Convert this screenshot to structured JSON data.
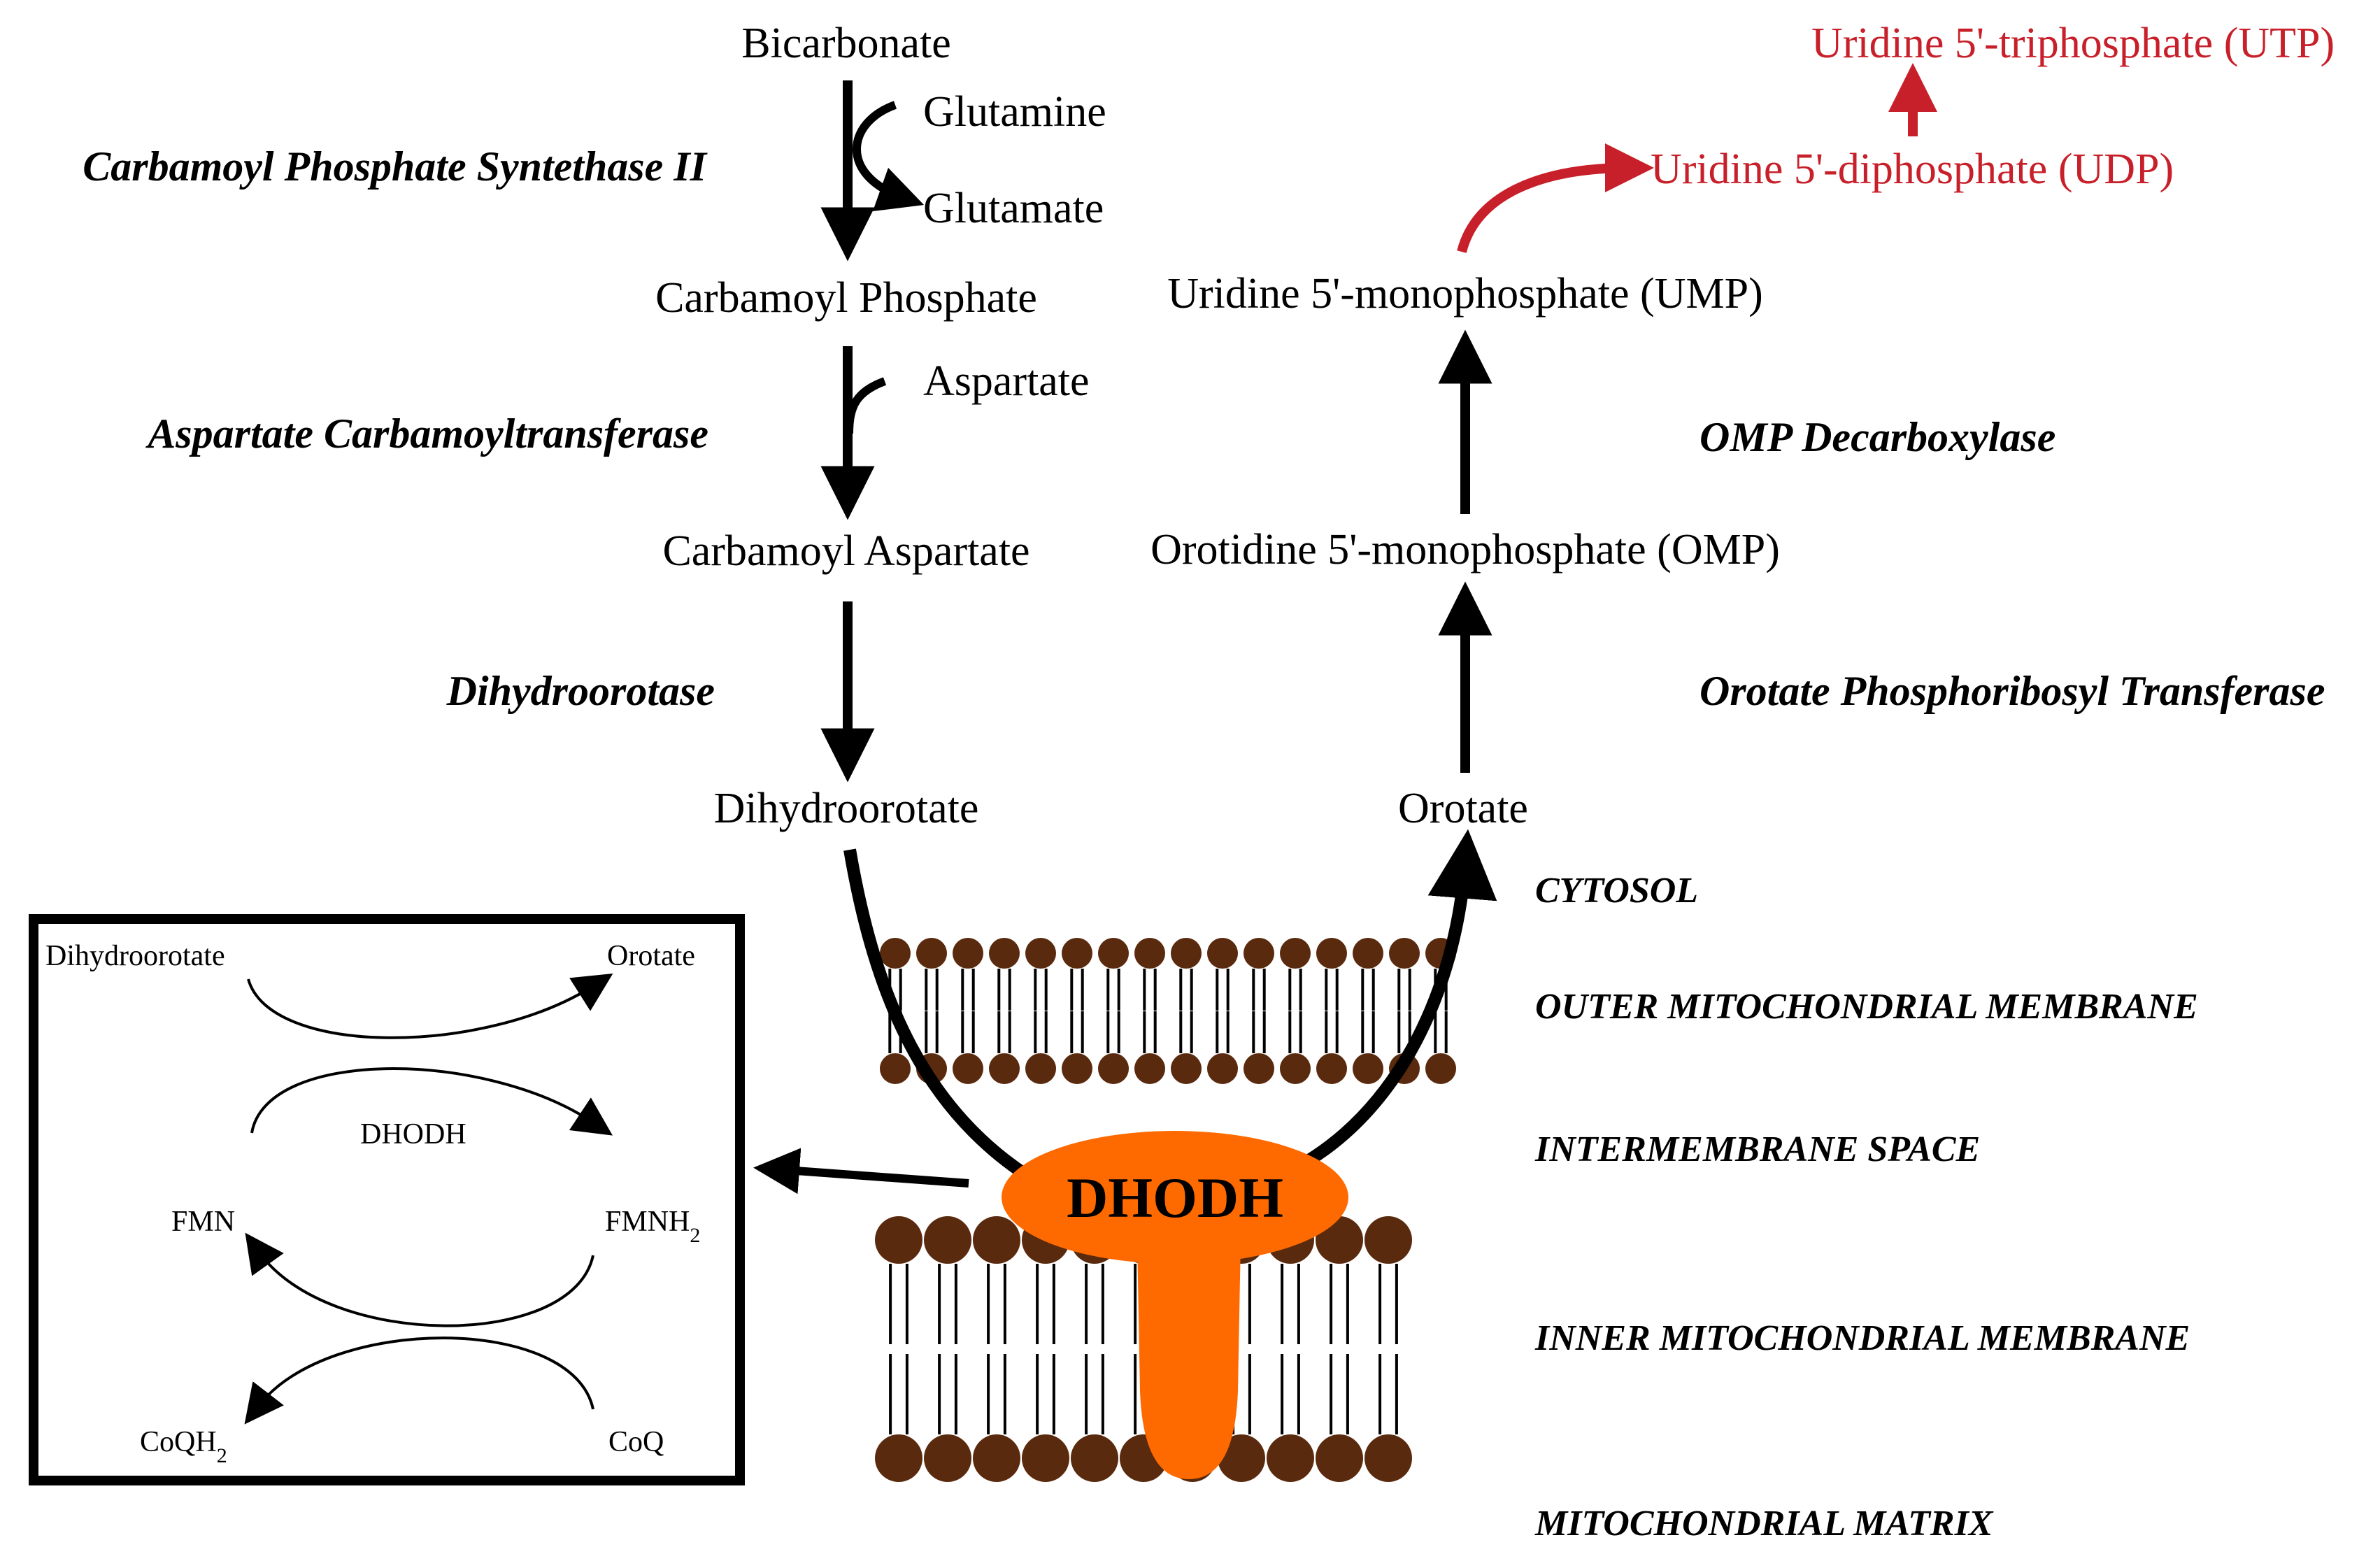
{
  "colors": {
    "pathway": "#000000",
    "salvage_red": "#c8202a",
    "dhodh_enzyme": "#ff6a00",
    "lipid_head": "#5a2a0e"
  },
  "metabolites": {
    "bicarbonate": "Bicarbonate",
    "glutamine": "Glutamine",
    "glutamate": "Glutamate",
    "carbamoyl_phosphate": "Carbamoyl Phosphate",
    "aspartate": "Aspartate",
    "carbamoyl_aspartate": "Carbamoyl Aspartate",
    "dihydroorotate": "Dihydroorotate",
    "orotate": "Orotate",
    "omp": "Orotidine 5'-monophosphate (OMP)",
    "ump": "Uridine 5'-monophosphate (UMP)",
    "udp": "Uridine 5'-diphosphate (UDP)",
    "utp": "Uridine 5'-triphosphate (UTP)"
  },
  "enzymes": {
    "cps2": "Carbamoyl Phosphate Syntethase II",
    "atc": "Aspartate Carbamoyltransferase",
    "dho": "Dihydroorotase",
    "oprt": "Orotate Phosphoribosyl Transferase",
    "ompdc": "OMP Decarboxylase",
    "dhodh": "DHODH"
  },
  "compartments": {
    "cytosol": "CYTOSOL",
    "outer_membrane": "OUTER MITOCHONDRIAL MEMBRANE",
    "intermembrane": "INTERMEMBRANE SPACE",
    "inner_membrane": "INNER MITOCHONDRIAL MEMBRANE",
    "matrix": "MITOCHONDRIAL MATRIX"
  },
  "inset": {
    "dihydroorotate": "Dihydroorotate",
    "orotate": "Orotate",
    "dhodh": "DHODH",
    "fmn": "FMN",
    "fmnh2_base": "FMNH",
    "fmnh2_sub": "2",
    "coqh2_base": "CoQH",
    "coqh2_sub": "2",
    "coq": "CoQ"
  }
}
